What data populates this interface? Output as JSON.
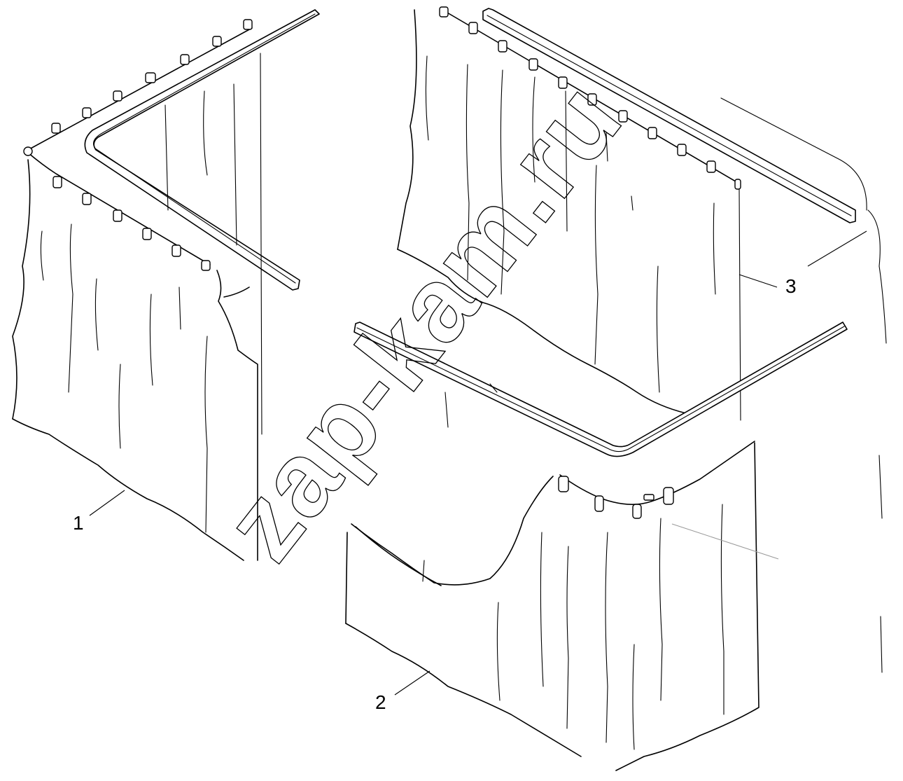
{
  "watermark": "zap-kam.ru",
  "callouts": [
    {
      "id": "1",
      "label": "1"
    },
    {
      "id": "2",
      "label": "2"
    },
    {
      "id": "3",
      "label": "3"
    }
  ],
  "colors": {
    "line": "#000000",
    "background": "#ffffff"
  }
}
